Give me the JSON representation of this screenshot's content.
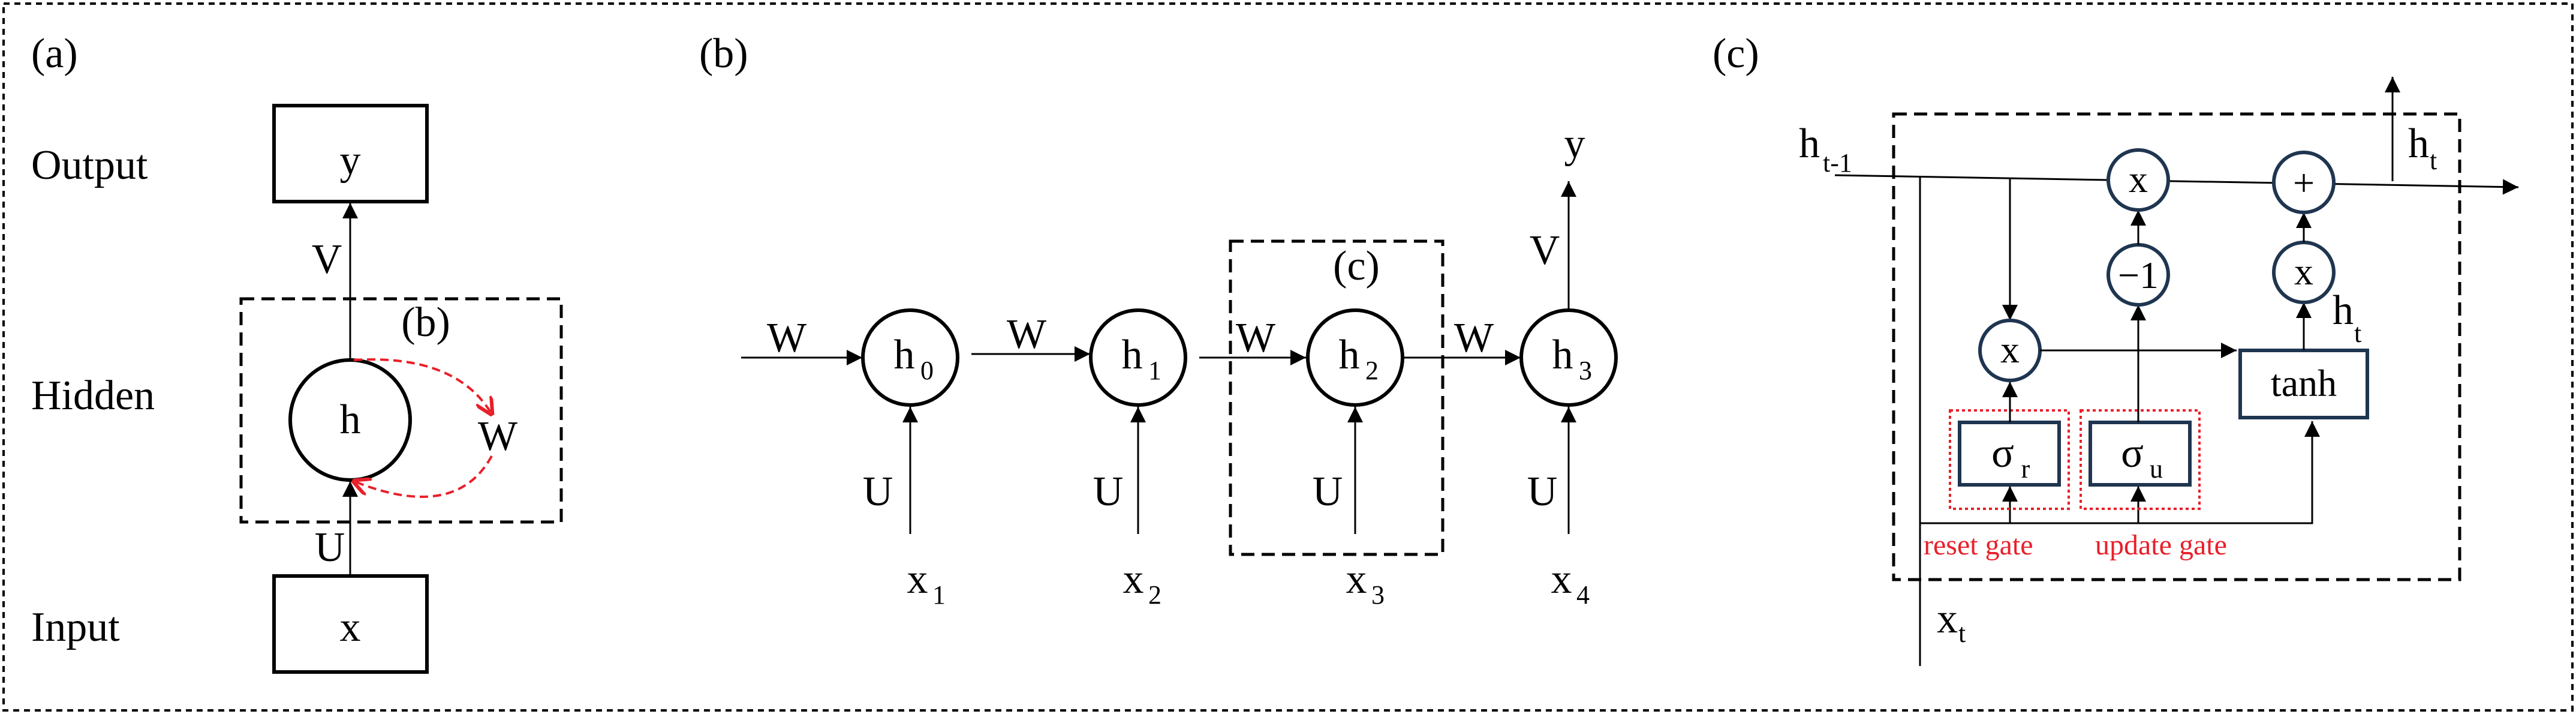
{
  "panel_a": {
    "label": "(a)",
    "row_output": "Output",
    "row_hidden": "Hidden",
    "row_input": "Input",
    "box_y": "y",
    "box_x": "x",
    "node_h": "h",
    "edge_V": "V",
    "edge_U": "U",
    "edge_W": "W",
    "region_b": "(b)"
  },
  "panel_b": {
    "label": "(b)",
    "output": "y",
    "edge_V": "V",
    "region_c": "(c)",
    "W": "W",
    "U": "U",
    "h": "h",
    "x": "x",
    "h_subs": [
      "0",
      "1",
      "2",
      "3"
    ],
    "x_subs": [
      "1",
      "2",
      "3",
      "4"
    ]
  },
  "panel_c": {
    "label": "(c)",
    "h_prev": "h",
    "h_prev_sub": "t-1",
    "h_out": "h",
    "h_out_sub": "t",
    "h_cand": "h",
    "h_cand_sub": "t",
    "x_in": "x",
    "x_in_sub": "t",
    "mult": "x",
    "plus": "+",
    "minus_one": "−1",
    "tanh": "tanh",
    "sigma": "σ",
    "sigma_r_sub": "r",
    "sigma_u_sub": "u",
    "reset_gate": "reset gate",
    "update_gate": "update gate"
  },
  "colors": {
    "line": "#000000",
    "gate_red": "#e8202a",
    "box_navy": "#1f3550"
  }
}
